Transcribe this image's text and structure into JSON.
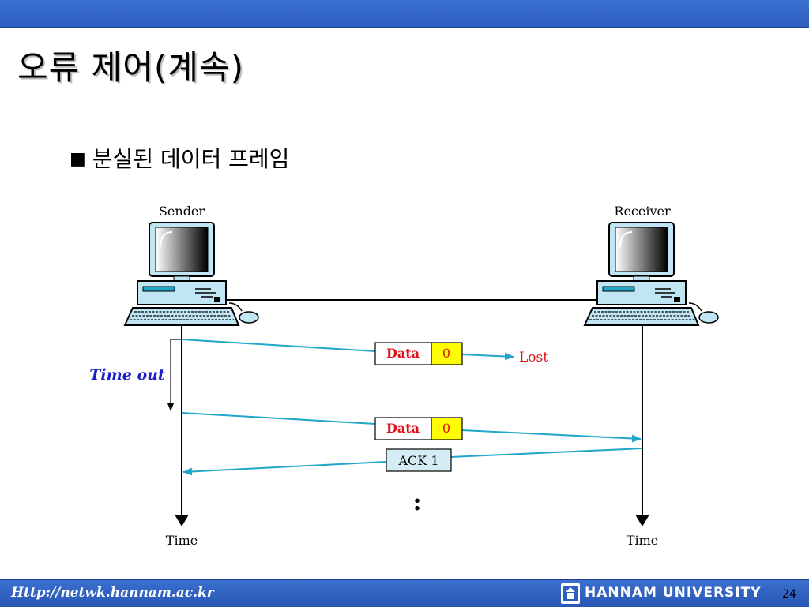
{
  "slide": {
    "title": "오류 제어(계속)",
    "bullet": "분실된 데이터 프레임",
    "page_number": "24"
  },
  "diagram": {
    "sender_label": "Sender",
    "receiver_label": "Receiver",
    "timeout_label": "Time out",
    "frame1_label": "Data",
    "frame1_seq": "0",
    "lost_label": "Lost",
    "frame2_label": "Data",
    "frame2_seq": "0",
    "ack_label": "ACK 1",
    "ellipsis": ":",
    "sender_time_label": "Time",
    "receiver_time_label": "Time"
  },
  "footer": {
    "url": "Http://netwk.hannam.ac.kr",
    "university": "HANNAM UNIVERSITY"
  },
  "colors": {
    "header_blue": "#2d5fc0",
    "arrow_cyan": "#1fa6c8",
    "data_red": "#e0101a",
    "seq_yellow": "#ffff00",
    "timeout_blue": "#1a1fc9",
    "ack_fill": "#d6ecf5"
  }
}
